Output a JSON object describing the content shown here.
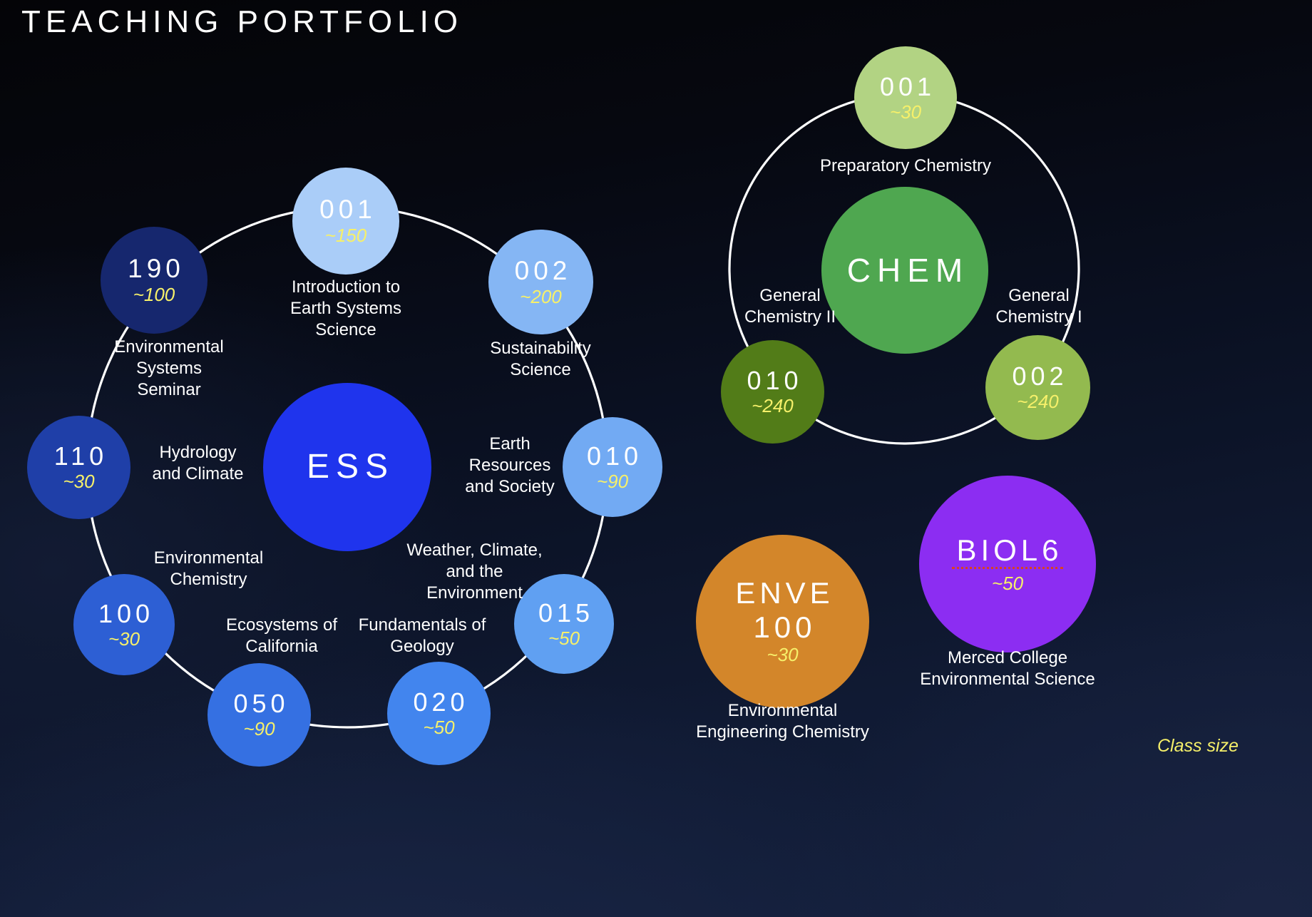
{
  "title": "TEACHING PORTFOLIO",
  "legend": {
    "label": "Class size"
  },
  "colors": {
    "background_dark": "#050710",
    "background_blue": "#131f3c",
    "ring_stroke": "#ffffff",
    "class_size_yellow": "#f6f06a",
    "ess_hub": "#1f34ed",
    "chem_hub": "#4fa750",
    "enve": "#d3862a",
    "biol": "#8c2df2"
  },
  "clusters": [
    {
      "id": "ess",
      "hub": {
        "code": "ESS",
        "color": "#1f34ed"
      },
      "nodes": [
        {
          "code": "001",
          "size": "~150",
          "color": "#aacdf8",
          "caption": "Introduction to\nEarth Systems\nScience"
        },
        {
          "code": "002",
          "size": "~200",
          "color": "#85b6f4",
          "caption": "Sustainability\nScience"
        },
        {
          "code": "010",
          "size": "~90",
          "color": "#72aaf3",
          "caption": "Earth\nResources\nand Society"
        },
        {
          "code": "015",
          "size": "~50",
          "color": "#60a0f2",
          "caption": "Weather, Climate,\nand the\nEnvironment"
        },
        {
          "code": "020",
          "size": "~50",
          "color": "#4285ee",
          "caption": "Fundamentals of\nGeology"
        },
        {
          "code": "050",
          "size": "~90",
          "color": "#3570e2",
          "caption": "Ecosystems of\nCalifornia"
        },
        {
          "code": "100",
          "size": "~30",
          "color": "#2d5fd4",
          "caption": "Environmental\nChemistry"
        },
        {
          "code": "110",
          "size": "~30",
          "color": "#1f3fa8",
          "caption": "Hydrology\nand Climate"
        },
        {
          "code": "190",
          "size": "~100",
          "color": "#16276e",
          "caption": "Environmental\nSystems\nSeminar"
        }
      ]
    },
    {
      "id": "chem",
      "hub": {
        "code": "CHEM",
        "color": "#4fa750"
      },
      "nodes": [
        {
          "code": "001",
          "size": "~30",
          "color": "#b2d383",
          "caption": "Preparatory Chemistry"
        },
        {
          "code": "002",
          "size": "~240",
          "color": "#93ba4f",
          "caption": "General\nChemistry I"
        },
        {
          "code": "010",
          "size": "~240",
          "color": "#527c18",
          "caption": "General\nChemistry II"
        }
      ]
    }
  ],
  "standalone": [
    {
      "id": "enve",
      "code_line1": "ENVE",
      "code_line2": "100",
      "size": "~30",
      "color": "#d3862a",
      "caption": "Environmental\nEngineering Chemistry"
    },
    {
      "id": "biol",
      "code_line1": "BIOL6",
      "size": "~50",
      "color": "#8c2df2",
      "caption": "Merced College\nEnvironmental Science"
    }
  ]
}
